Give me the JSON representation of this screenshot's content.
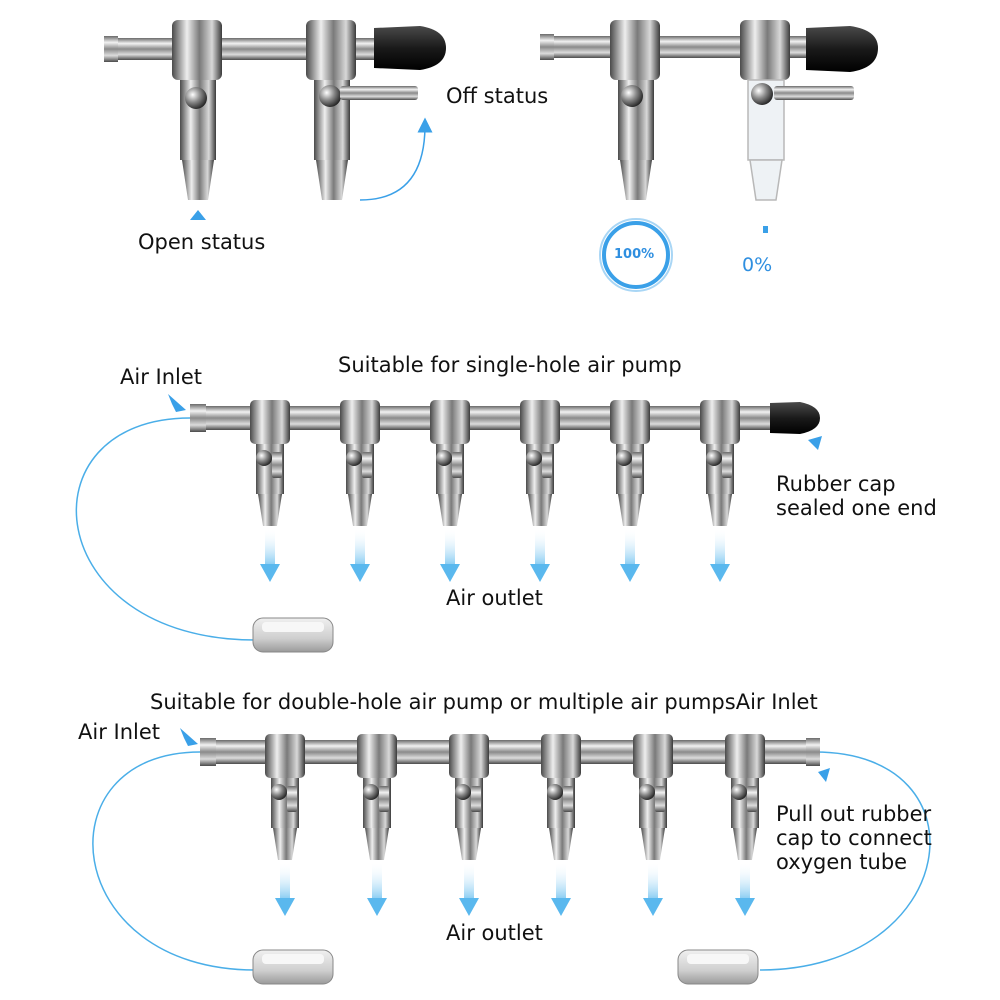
{
  "labels": {
    "off_status": "Off status",
    "open_status": "Open status",
    "percent_open": "100%",
    "percent_closed": "0%",
    "single_title": "Suitable for single-hole air pump",
    "air_inlet_1": "Air Inlet",
    "rubber_cap": "Rubber cap sealed one end",
    "air_outlet_1": "Air outlet",
    "double_title": "Suitable for double-hole air pump or multiple air pumpsAir Inlet",
    "air_inlet_2": "Air Inlet",
    "pull_out": "Pull out rubber cap to connect oxygen tube",
    "air_outlet_2": "Air outlet"
  },
  "diagram": {
    "single_manifold_valves": 6,
    "double_manifold_valves": 6
  },
  "colors": {
    "accent_blue": "#3aa0e8",
    "tube_blue": "#4aaee8",
    "metal_dark": "#3a3a3a",
    "metal_light": "#e8e8e8",
    "rubber_cap": "#1e1e1e",
    "pump_gray": "#c9c9c9"
  }
}
